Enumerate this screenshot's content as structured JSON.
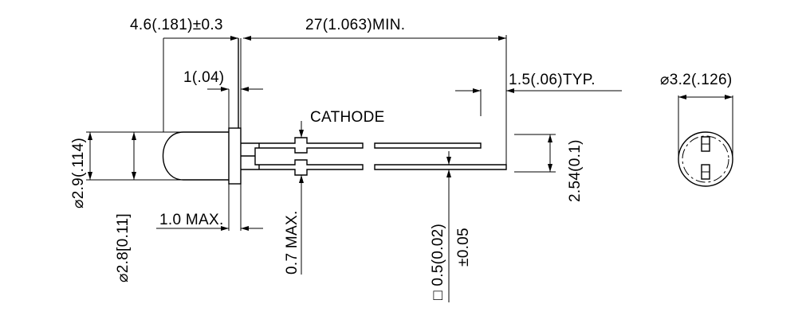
{
  "labels": {
    "overall_length": "4.6(.181)±0.3",
    "lead_length": "27(1.063)MIN.",
    "flange_thickness": "1(.04)",
    "lead_end": "1.5(.06)TYP.",
    "top_view_diameter": "⌀3.2(.126)",
    "cathode": "CATHODE",
    "lens_diameter": "⌀2.9(.114)",
    "body_diameter": "⌀2.8[0.11]",
    "flange_max": "1.0  MAX.",
    "standoff_max": "0.7  MAX.",
    "lead_square": "□ 0.5(0.02)",
    "lead_tolerance": "±0.05",
    "lead_spacing": "2.54(0.1)"
  }
}
